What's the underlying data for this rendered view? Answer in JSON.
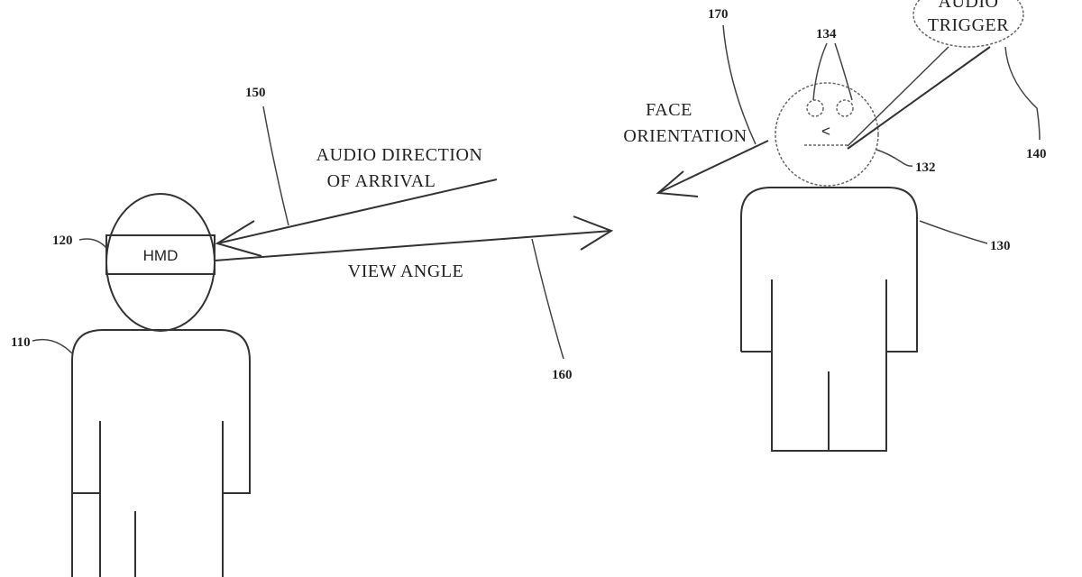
{
  "labels": {
    "audio_doa_line1": "AUDIO DIRECTION",
    "audio_doa_line2": "OF ARRIVAL",
    "view_angle": "VIEW ANGLE",
    "face_orientation_line1": "FACE",
    "face_orientation_line2": "ORIENTATION",
    "audio_trigger_line1": "AUDIO",
    "audio_trigger_line2": "TRIGGER",
    "hmd": "HMD",
    "face_mouth_symbol": "<"
  },
  "refs": {
    "user": "110",
    "hmd": "120",
    "other_person": "130",
    "face": "132",
    "eyes": "134",
    "audio_trigger": "140",
    "audio_doa": "150",
    "view_angle": "160",
    "face_orientation": "170"
  }
}
